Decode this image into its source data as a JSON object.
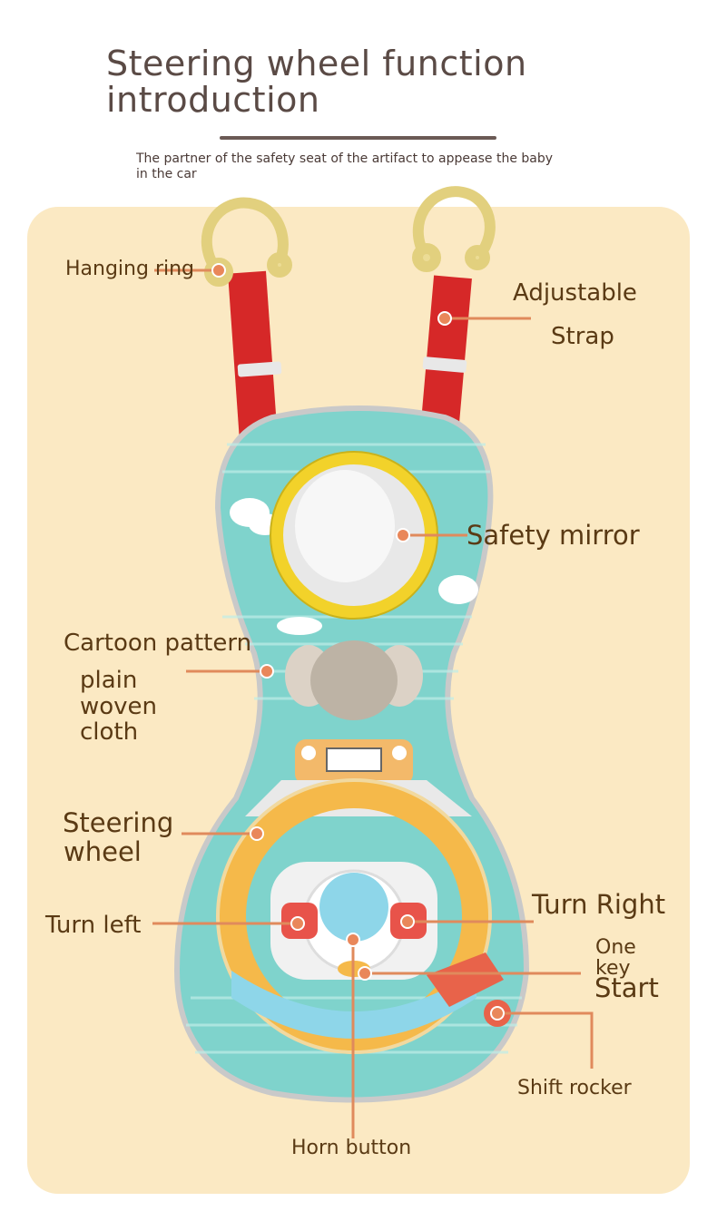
{
  "header": {
    "title_line1": "Steering wheel function",
    "title_line2": "introduction",
    "subtitle": "The partner of the safety seat of the artifact to appease the baby in the car"
  },
  "labels": {
    "hanging_ring": "Hanging ring",
    "adjustable_line1": "Adjustable",
    "adjustable_line2": "Strap",
    "safety_mirror": "Safety mirror",
    "cartoon_line1": "Cartoon pattern",
    "cartoon_line2": "plain",
    "cartoon_line3": "woven",
    "cartoon_line4": "cloth",
    "steering_line1": "Steering",
    "steering_line2": "wheel",
    "turn_left": "Turn left",
    "turn_right": "Turn Right",
    "one_key_line1": "One",
    "one_key_line2": "key",
    "one_key_line3": "Start",
    "shift_rocker": "Shift rocker",
    "horn_button": "Horn button"
  },
  "colors": {
    "panel": "#fbe9c3",
    "label_text": "#5a3a14",
    "leader_line": "#e08a5c",
    "board": "#7fd3cc",
    "strap": "#d62828",
    "ring": "#e6d58a",
    "wheel": "#f5b94a"
  }
}
